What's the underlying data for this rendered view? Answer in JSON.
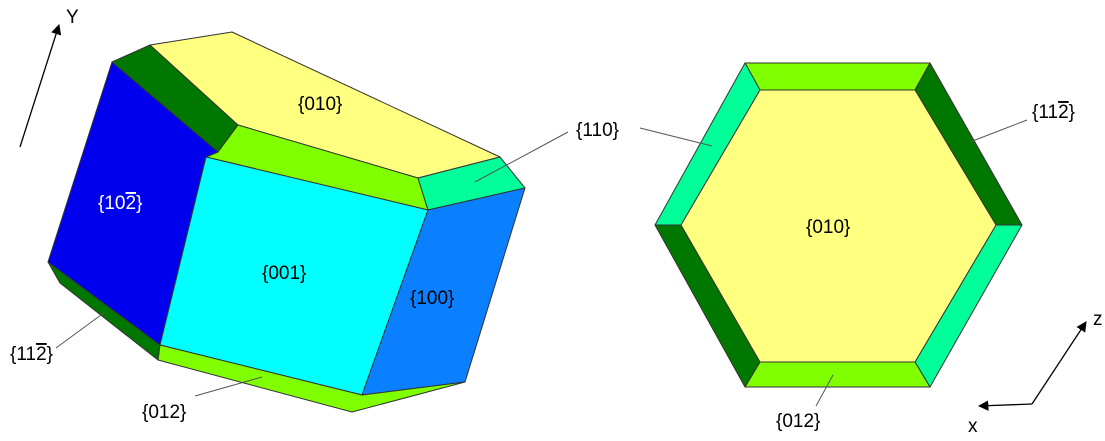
{
  "colors": {
    "f010": "#ffff80",
    "f001": "#00ffff",
    "f100": "#0a7fff",
    "f10_2": "#0000ee",
    "f110": "#00ff99",
    "f012": "#7fff00",
    "f11_2": "#007800"
  },
  "left_view": {
    "face_010": "{010}",
    "face_001": "{001}",
    "face_100": "{100}",
    "face_10_2": "{10",
    "face_10_2_bar": "2",
    "face_10_2_end": "}",
    "label_110": "{110}",
    "label_11_2": "{11",
    "label_11_2_bar": "2",
    "label_11_2_end": "}",
    "label_012": "{012}",
    "axis_y": "Y"
  },
  "right_view": {
    "face_010": "{010}",
    "label_11_2": "{11",
    "label_11_2_bar": "2",
    "label_11_2_end": "}",
    "label_012": "{012}",
    "axis_z": "z",
    "axis_x": "x"
  }
}
